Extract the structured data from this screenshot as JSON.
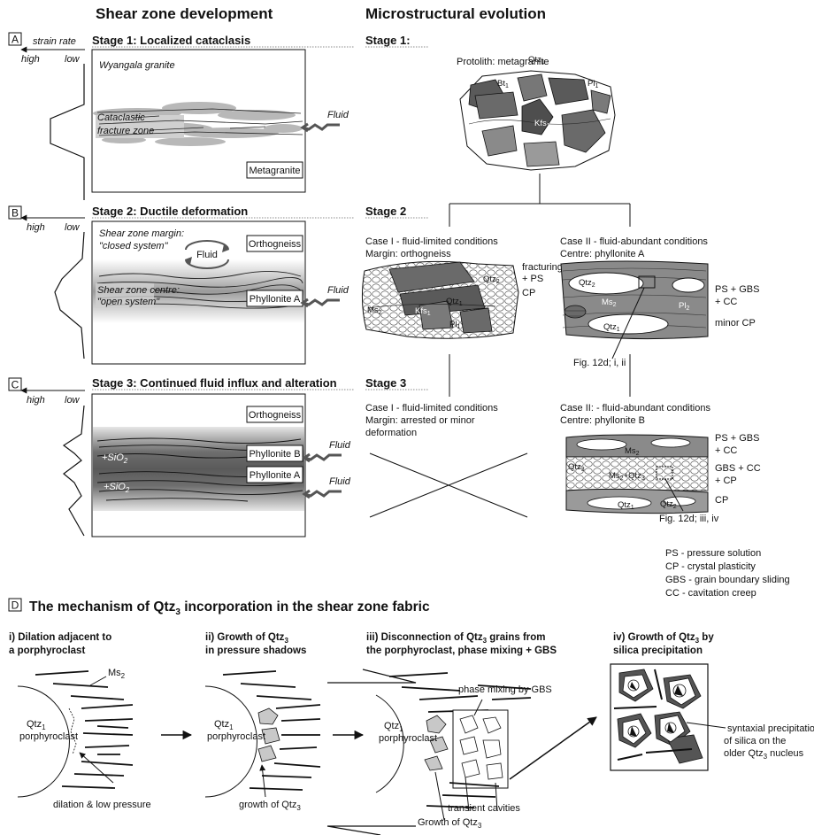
{
  "headers": {
    "left": "Shear zone development",
    "right": "Microstructural evolution"
  },
  "panels": {
    "a": {
      "letter": "A",
      "strain_rate_title": "strain rate",
      "high": "high",
      "low": "low",
      "title": "Stage 1: Localized cataclasis",
      "rock": "Wyangala granite",
      "zone_label_1": "Cataclastic",
      "zone_label_2": "fracture zone",
      "fluid": "Fluid",
      "box": "Metagranite"
    },
    "b": {
      "letter": "B",
      "high": "high",
      "low": "low",
      "title": "Stage 2: Ductile deformation",
      "margin_1": "Shear zone margin:",
      "margin_2": "\"closed system\"",
      "cycle_fluid": "Fluid",
      "box_top": "Orthogneiss",
      "centre_1": "Shear zone centre:",
      "centre_2": "\"open system\"",
      "box_mid": "Phyllonite A",
      "fluid": "Fluid"
    },
    "c": {
      "letter": "C",
      "high": "high",
      "low": "low",
      "title": "Stage 3: Continued fluid influx and alteration",
      "box_top": "Orthogneiss",
      "box_b": "Phyllonite B",
      "box_a": "Phyllonite A",
      "sio2_1": "+SiO",
      "sio2_2": "+SiO",
      "sub2": "2",
      "fluid_1": "Fluid",
      "fluid_2": "Fluid"
    }
  },
  "micro": {
    "stage1": "Stage 1:",
    "protolith": "Protolith: metagranite",
    "stage2": "Stage 2",
    "stage3": "Stage 3",
    "case1_s2_l1": "Case I - fluid-limited conditions",
    "case1_s2_l2": "Margin: orthogneiss",
    "case2_s2_l1": "Case II - fluid-abundant conditions",
    "case2_s2_l2": "Centre: phyllonite A",
    "case1_s3_l1": "Case I - fluid-limited conditions",
    "case1_s3_l2": "Margin: arrested or minor",
    "case1_s3_l3": "deformation",
    "case2_s3_l1": "Case II: - fluid-abundant conditions",
    "case2_s3_l2": "Centre: phyllonite B",
    "fracturing": "fracturing",
    "plus_ps": "+ PS",
    "cp": "CP",
    "ps_gbs": "PS + GBS",
    "plus_cc": "+ CC",
    "minor_cp": "minor CP",
    "fig_i_ii": "Fig. 12d; i, ii",
    "fig_iii_iv": "Fig. 12d; iii, iv",
    "gbs_cc": "GBS + CC",
    "plus_cp": "+ CP",
    "minerals": {
      "qtz": "Qtz",
      "bt": "Bt",
      "pl": "Pl",
      "kfs": "Kfs",
      "ms": "Ms",
      "s1": "1",
      "s2": "2",
      "s3": "3"
    }
  },
  "legend": [
    "PS - pressure solution",
    "CP - crystal plasticity",
    "GBS - grain boundary sliding",
    "CC - cavitation creep"
  ],
  "panel_d": {
    "letter": "D",
    "title_a": "The mechanism of Qtz",
    "title_sub": "3",
    "title_b": " incorporation in the shear zone fabric",
    "steps": [
      {
        "l1": "i) Dilation adjacent to",
        "l2": "a porphyroclast"
      },
      {
        "l1": "ii) Growth of Qtz",
        "l1_sub": "3",
        "l2": "in pressure shadows"
      },
      {
        "l1": "iii) Disconnection of Qtz",
        "l1_sub": "3",
        "l1_end": " grains from",
        "l2": "the porphyroclast, phase mixing + GBS"
      },
      {
        "l1": "iv) Growth of Qtz",
        "l1_sub": "3",
        "l1_end": " by",
        "l2": "silica precipitation"
      }
    ],
    "ms2": "Ms",
    "qtz1": "Qtz",
    "porphyroclast": "porphyroclast",
    "dilation": "dilation & low pressure",
    "growth_ii": "growth of Qtz",
    "phase_mixing": "phase mixing by GBS",
    "transient": "transient cavities",
    "growth_iii": "Growth of Qtz",
    "synt_1": "syntaxial precipitation",
    "synt_2": "of silica on the",
    "synt_3": "older Qtz",
    "synt_3b": " nucleus"
  }
}
